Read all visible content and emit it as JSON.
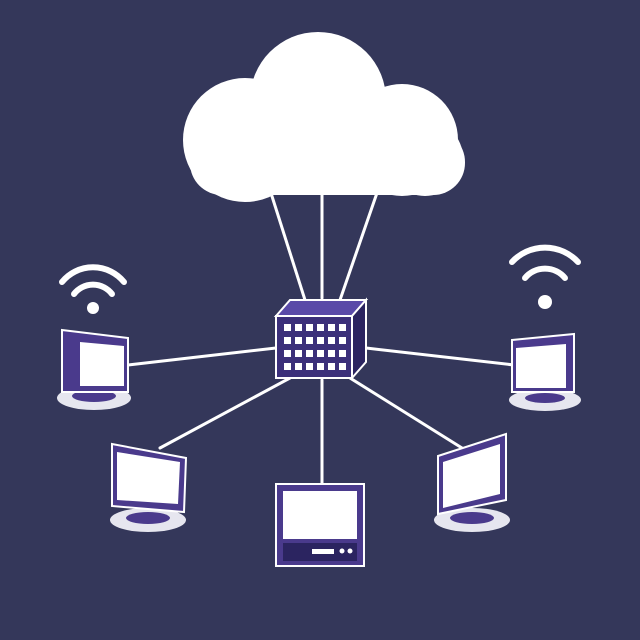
{
  "colors": {
    "background": "#34375a",
    "cloud": "#ffffff",
    "link": "#ffffff",
    "device_frame": "#4a3a8c",
    "device_frame_dark": "#2b2460",
    "screen": "#ffffff",
    "stand": "#e6e6ef",
    "server_body": "#3b2f7a",
    "server_top": "#5a4aa8",
    "server_grid": "#ffffff"
  },
  "diagram": {
    "type": "star-network",
    "hub": {
      "icon": "server-cube-icon"
    },
    "cloud": {
      "icon": "cloud-icon",
      "links_to_hub": 3
    },
    "nodes": [
      {
        "id": "left-monitor",
        "icon": "monitor-icon",
        "wifi": true
      },
      {
        "id": "right-monitor",
        "icon": "monitor-icon",
        "wifi": true
      },
      {
        "id": "lower-left-monitor",
        "icon": "monitor-icon",
        "wifi": false
      },
      {
        "id": "bottom-terminal",
        "icon": "terminal-icon",
        "wifi": false
      },
      {
        "id": "lower-right-monitor",
        "icon": "monitor-icon",
        "wifi": false
      }
    ]
  }
}
